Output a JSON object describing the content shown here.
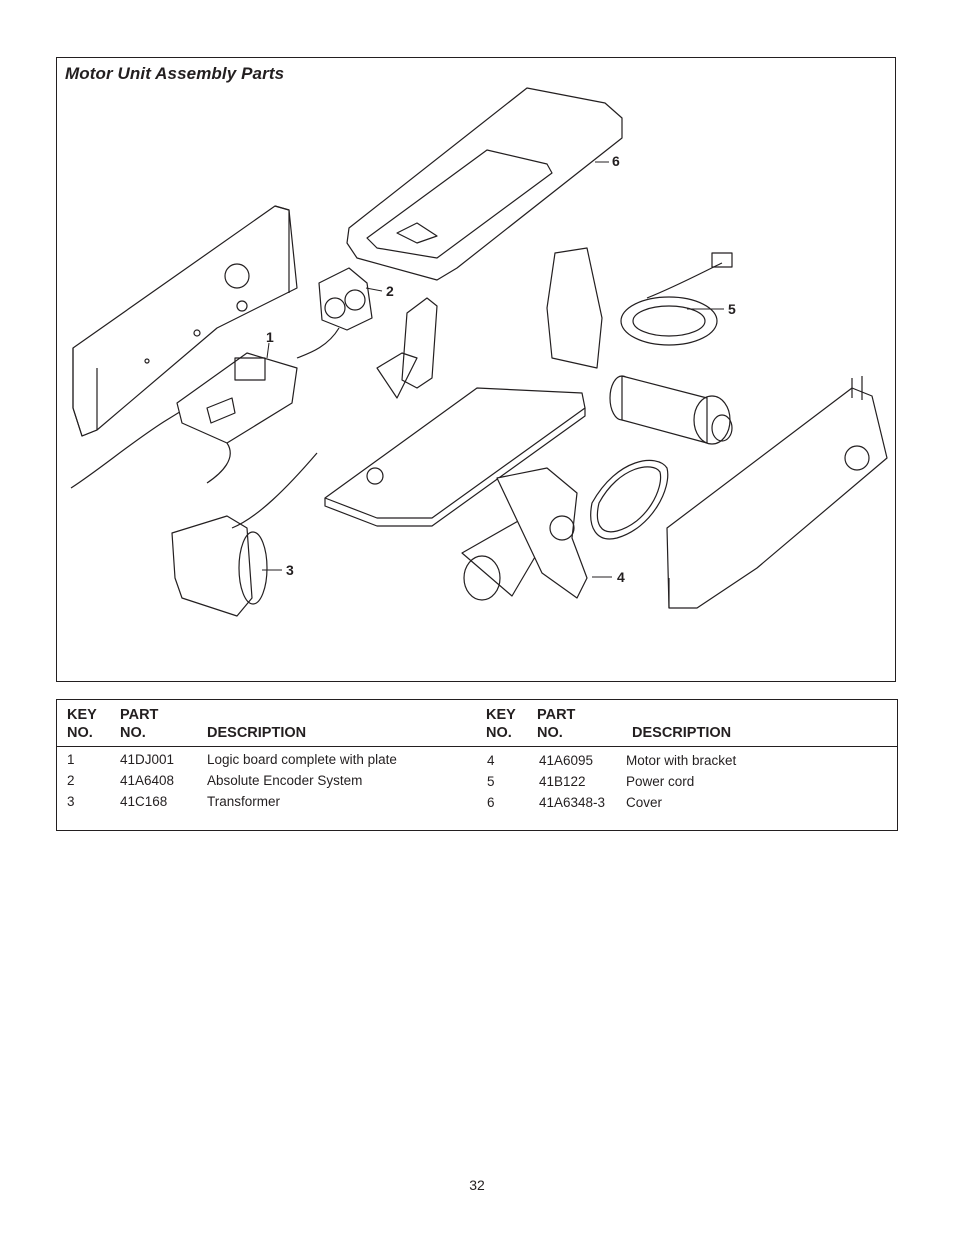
{
  "diagram": {
    "title": "Motor Unit Assembly Parts",
    "callouts": [
      "1",
      "2",
      "3",
      "4",
      "5",
      "6"
    ]
  },
  "table": {
    "left": {
      "key_header": "KEY\nNO.",
      "part_header": "PART\nNO.",
      "desc_header": "DESCRIPTION",
      "rows": [
        {
          "key": "1",
          "part": "41DJ001",
          "desc": "Logic board complete with plate"
        },
        {
          "key": "2",
          "part": "41A6408",
          "desc": "Absolute Encoder System"
        },
        {
          "key": "3",
          "part": "41C168",
          "desc": "Transformer"
        }
      ]
    },
    "right": {
      "key_header": "KEY\nNO.",
      "part_header": "PART\nNO.",
      "desc_header": "DESCRIPTION",
      "rows": [
        {
          "key": "4",
          "part": "41A6095",
          "desc": "Motor with bracket"
        },
        {
          "key": "5",
          "part": "41B122",
          "desc": "Power cord"
        },
        {
          "key": "6",
          "part": "41A6348-3",
          "desc": "Cover"
        }
      ]
    }
  },
  "page_number": "32"
}
